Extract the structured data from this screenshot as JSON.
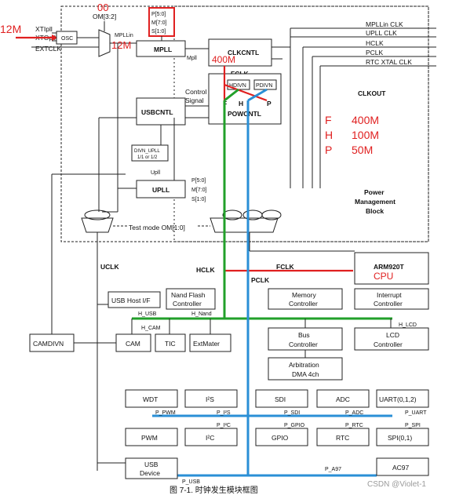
{
  "labels": {
    "xtipll": "XTIpll",
    "xtopll": "XTOpll",
    "extclk": "EXTCLK",
    "osc": "OSC",
    "om32": "OM[3:2]",
    "mpllin": "MPLLin",
    "p50": "P[5:0]",
    "m70": "M[7:0]",
    "s10": "S[1:0]",
    "mpll": "MPLL",
    "mpll_out": "Mpll",
    "clkcntl": "CLKCNTL",
    "fclk": "FCLK",
    "hdivn": "HDIVN",
    "pdivn": "PDIVN",
    "control": "Control",
    "signal": "Signal",
    "powcntl": "POWCNTL",
    "usbcntl": "USBCNTL",
    "divn_upll": "DIVN_UPLL",
    "div_ratio": "1/1 or 1/2",
    "upll_in": "Upll",
    "upll": "UPLL",
    "p50b": "P[5:0]",
    "m70b": "M[7:0]",
    "s10b": "S[1:0]",
    "out_mpllin": "MPLLin CLK",
    "out_upll": "UPLL CLK",
    "out_hclk": "HCLK",
    "out_pclk": "PCLK",
    "out_rtc": "RTC XTAL CLK",
    "clkout": "CLKOUT",
    "pmb1": "Power",
    "pmb2": "Management",
    "pmb3": "Block",
    "testmode": "Test mode OM[1:0]",
    "uclk": "UCLK",
    "hclk": "HCLK",
    "fclk2": "FCLK",
    "pclk": "PCLK",
    "arm": "ARM920T",
    "usbhost": "USB Host I/F",
    "nand1": "Nand Flash",
    "nand2": "Controller",
    "mem1": "Memory",
    "mem2": "Controller",
    "int1": "Interrupt",
    "int2": "Controller",
    "h_usb": "H_USB",
    "h_nand": "H_Nand",
    "h_cam": "H_CAM",
    "h_lcd": "H_LCD",
    "camdivn": "CAMDIVN",
    "cam": "CAM",
    "tic": "TIC",
    "extmater": "ExtMater",
    "bus1": "Bus",
    "bus2": "Controller",
    "lcd1": "LCD",
    "lcd2": "Controller",
    "arb1": "Arbitration",
    "arb2": "DMA 4ch",
    "wdt": "WDT",
    "i2s": "I²S",
    "sdi": "SDI",
    "adc": "ADC",
    "uart": "UART(0,1,2)",
    "p_pwm": "P_PWM",
    "p_i2s": "P_I²S",
    "p_i2c": "P_I²C",
    "p_sdi": "P_SDI",
    "p_gpio": "P_GPIO",
    "p_adc": "P_ADC",
    "p_rtc": "P_RTC",
    "p_uart": "P_UART",
    "p_spi": "P_SPI",
    "pwm": "PWM",
    "i2c": "I²C",
    "gpio": "GPIO",
    "rtc": "RTC",
    "spi": "SPI(0,1)",
    "usbdev1": "USB",
    "usbdev2": "Device",
    "p_usb": "P_USB",
    "p_a97": "P_A97",
    "ac97": "AC97",
    "caption": "图 7-1. 时钟发生模块框图",
    "watermark": "CSDN @Violet-1"
  },
  "annotations": {
    "in12m": "12M",
    "mpll12m": "12M",
    "om00": "00",
    "f400m": "400M",
    "f_letter": "F",
    "h_letter": "H",
    "p_letter": "P",
    "fv": "400M",
    "hv": "100M",
    "pv": "50M",
    "cpu": "CPU",
    "fl": "F",
    "hl": "H",
    "pl": "P"
  },
  "colors": {
    "annotation_red": "#e02020",
    "hclk_green": "#22a02a",
    "pclk_blue": "#2a8fd6",
    "line": "#222222"
  }
}
